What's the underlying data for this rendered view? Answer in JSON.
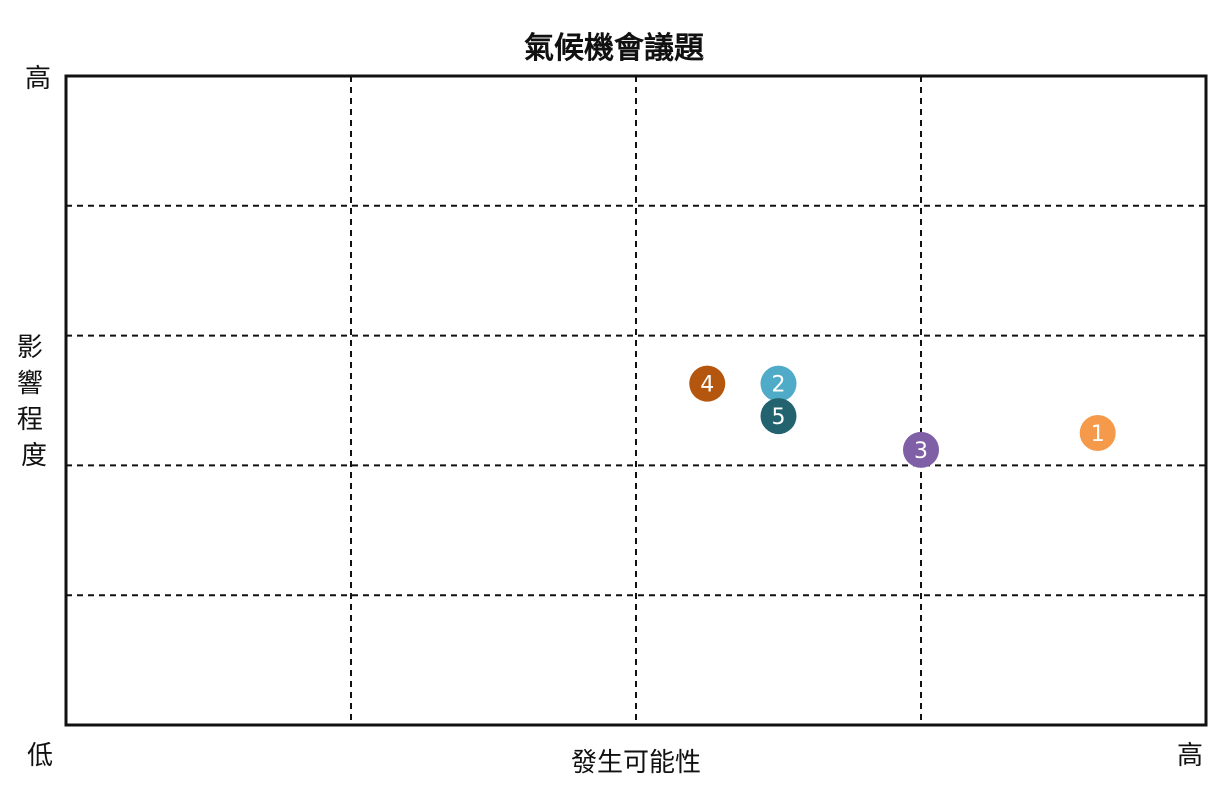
{
  "chart_data": {
    "type": "scatter",
    "title": "氣候機會議題",
    "xlabel": "發生可能性",
    "ylabel": "影響程度",
    "x_low_label": "低",
    "x_high_label": "高",
    "y_high_label": "高",
    "xlim": [
      0,
      4
    ],
    "ylim": [
      0,
      5
    ],
    "x_gridlines": [
      1,
      2,
      3
    ],
    "y_gridlines": [
      1,
      2,
      3,
      4
    ],
    "grid": true,
    "points": [
      {
        "label": "1",
        "x": 3.62,
        "y": 2.25,
        "color": "#f59a4b"
      },
      {
        "label": "2",
        "x": 2.5,
        "y": 2.63,
        "color": "#4fabc8"
      },
      {
        "label": "3",
        "x": 3.0,
        "y": 2.12,
        "color": "#7f5fa6"
      },
      {
        "label": "4",
        "x": 2.25,
        "y": 2.63,
        "color": "#b5560f"
      },
      {
        "label": "5",
        "x": 2.5,
        "y": 2.38,
        "color": "#23636f"
      }
    ]
  }
}
